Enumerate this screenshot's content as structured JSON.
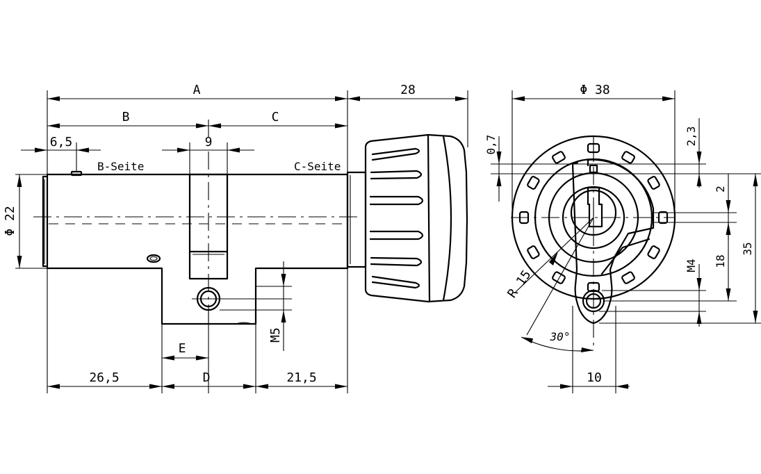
{
  "labels": {
    "dim_a": "A",
    "dim_b": "B",
    "dim_c": "C",
    "dim_d": "D",
    "dim_e": "E",
    "dim_28": "28",
    "dim_6_5": "6,5",
    "dim_9": "9",
    "dim_26_5": "26,5",
    "dim_21_5": "21,5",
    "dia_22": "Φ 22",
    "thread_m5": "M5",
    "b_seite": "B-Seite",
    "c_seite": "C-Seite",
    "dia_38": "Φ 38",
    "dim_0_7": "0,7",
    "dim_2_3": "2,3",
    "dim_2": "2",
    "dim_18": "18",
    "dim_35": "35",
    "thread_m4": "M4",
    "radius_15": "R 15",
    "angle_30": "30°",
    "dim_10": "10"
  }
}
